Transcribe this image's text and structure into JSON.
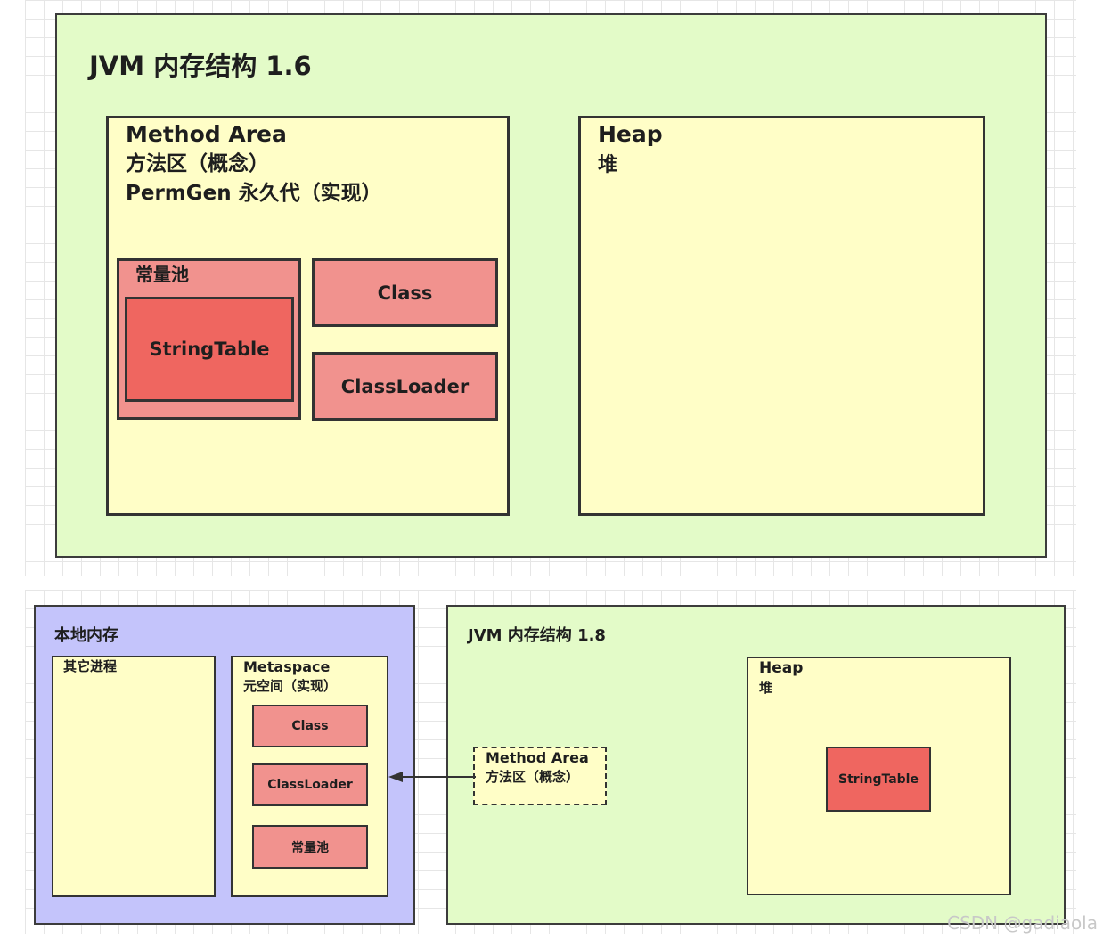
{
  "jvm16": {
    "title": "JVM 内存结构 1.6",
    "method_area": {
      "line1": "Method Area",
      "line2": "方法区（概念）",
      "line3": "PermGen 永久代（实现）",
      "constant_pool": "常量池",
      "string_table": "StringTable",
      "class": "Class",
      "classloader": "ClassLoader"
    },
    "heap": {
      "line1": "Heap",
      "line2": "堆"
    }
  },
  "native_memory": {
    "title": "本地内存",
    "other_processes": "其它进程",
    "metaspace": {
      "line1": "Metaspace",
      "line2": "元空间（实现）",
      "class": "Class",
      "classloader": "ClassLoader",
      "constant_pool": "常量池"
    }
  },
  "jvm18": {
    "title": "JVM 内存结构 1.8",
    "method_area": {
      "line1": "Method Area",
      "line2": "方法区（概念）"
    },
    "heap": {
      "line1": "Heap",
      "line2": "堆",
      "string_table": "StringTable"
    }
  },
  "watermark": "CSDN @gadiaola",
  "colors": {
    "jvm_background": "#e3fbc8",
    "area_background": "#fffec7",
    "item_salmon": "#f1928e",
    "item_red": "#ef6660",
    "native_memory_background": "#c4c4fb"
  }
}
